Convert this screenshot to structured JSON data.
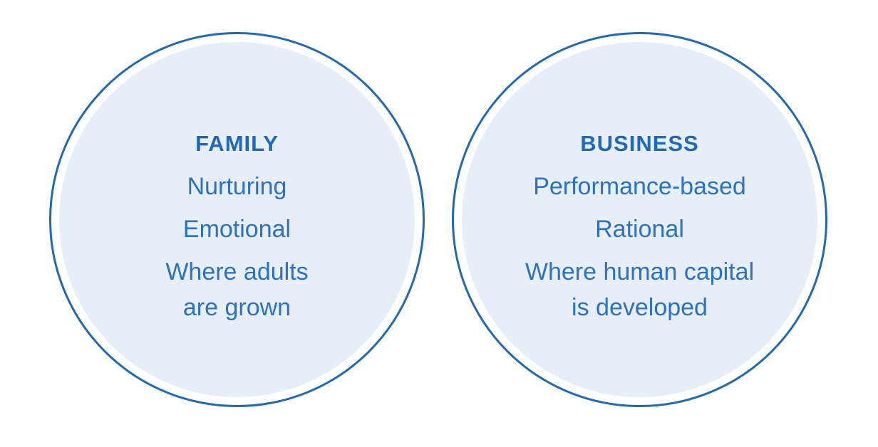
{
  "diagram": {
    "type": "two-circle comparison",
    "background_color": "#ffffff",
    "colors": {
      "ring": "#2069b4",
      "inner_fill": "#e8eef8",
      "title_text": "#1e6ab8",
      "body_text": "#2b72c2"
    },
    "circles": [
      {
        "title": "FAMILY",
        "items": [
          {
            "lines": [
              "Nurturing"
            ]
          },
          {
            "lines": [
              "Emotional"
            ]
          },
          {
            "lines": [
              "Where adults",
              "are grown"
            ]
          }
        ]
      },
      {
        "title": "BUSINESS",
        "items": [
          {
            "lines": [
              "Performance-based"
            ]
          },
          {
            "lines": [
              "Rational"
            ]
          },
          {
            "lines": [
              "Where human capital",
              "is developed"
            ]
          }
        ]
      }
    ]
  }
}
